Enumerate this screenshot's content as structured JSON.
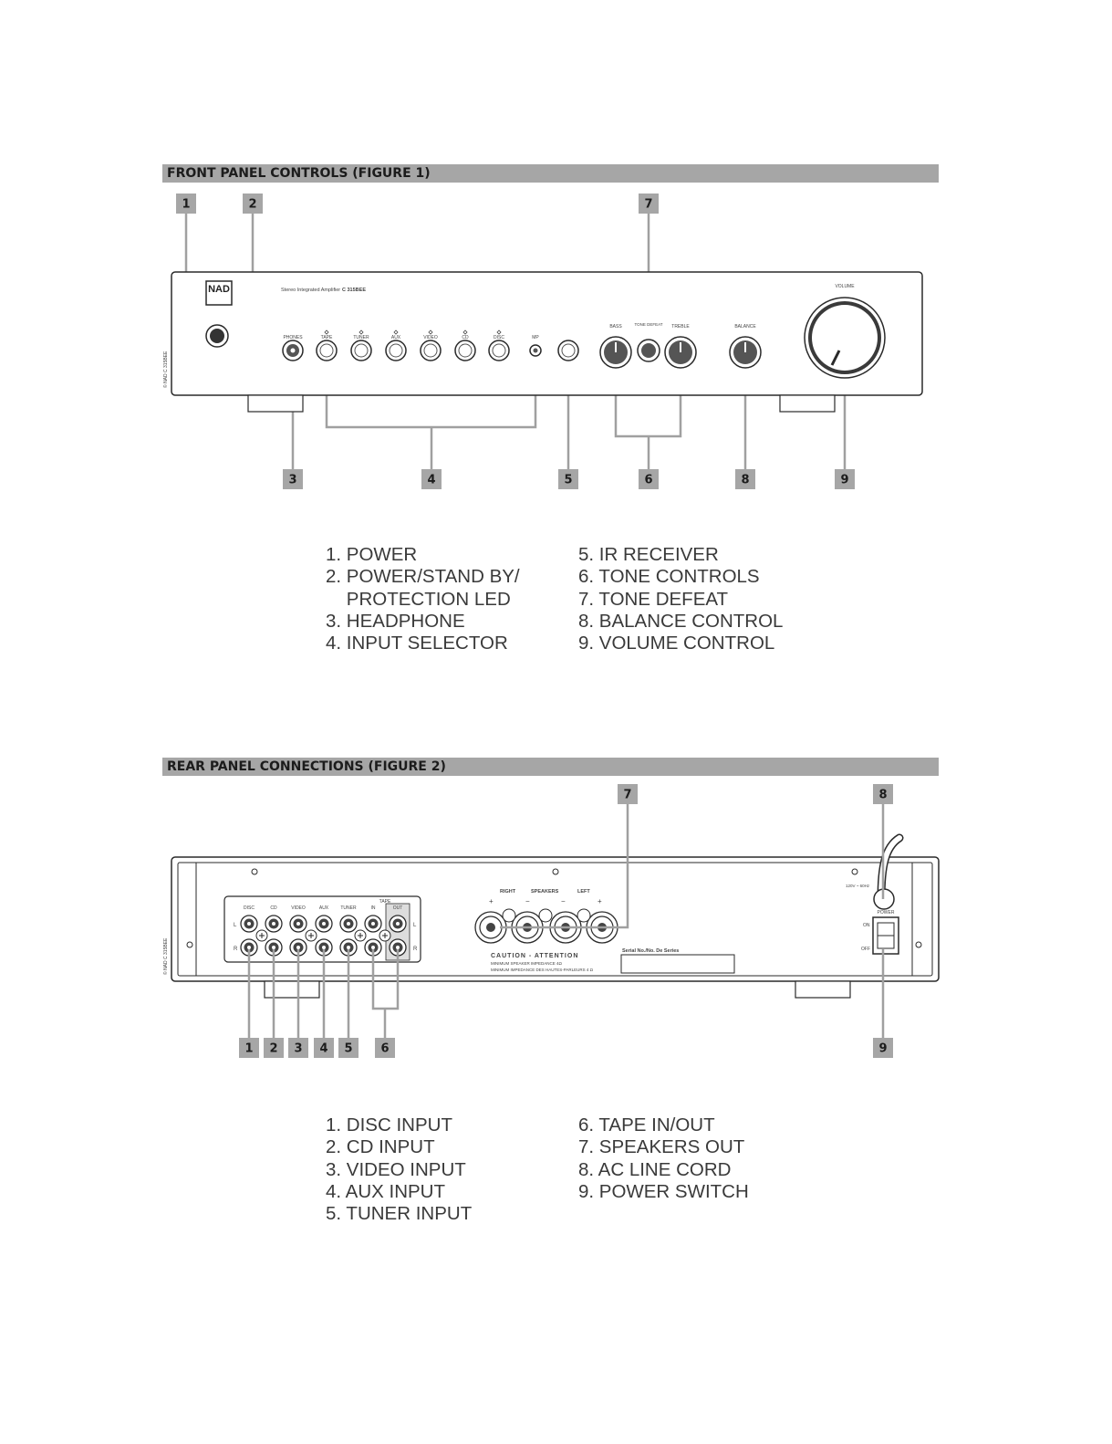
{
  "figure1": {
    "title": "FRONT PANEL CONTROLS (FIGURE 1)",
    "panel": {
      "logo": "NAD",
      "model_prefix": "Stereo Integrated Amplifier",
      "model": "C 315BEE",
      "copyright": "© NAD C 315BEE",
      "jack_labels": [
        "PHONES",
        "TAPE",
        "TUNER",
        "AUX",
        "VIDEO",
        "CD",
        "DISC",
        "MP"
      ],
      "bass": "BASS",
      "tone_defeat": "TONE DEFEAT",
      "treble": "TREBLE",
      "balance": "BALANCE",
      "volume": "VOLUME"
    },
    "callouts": [
      "1",
      "2",
      "7",
      "3",
      "4",
      "5",
      "6",
      "8",
      "9"
    ],
    "legend_left": [
      "1. POWER",
      "2. POWER/STAND BY/",
      "    PROTECTION LED",
      "3. HEADPHONE",
      "4. INPUT SELECTOR"
    ],
    "legend_right": [
      "5. IR RECEIVER",
      "6. TONE CONTROLS",
      "7. TONE DEFEAT",
      "8. BALANCE CONTROL",
      "9. VOLUME CONTROL"
    ]
  },
  "figure2": {
    "title": "REAR PANEL CONNECTIONS (FIGURE 2)",
    "panel": {
      "copyright": "© NAD C 315BEE",
      "input_labels": [
        "DISC",
        "CD",
        "VIDEO",
        "AUX",
        "TUNER"
      ],
      "tape": "TAPE",
      "tape_in": "IN",
      "tape_out": "OUT",
      "ch_left": "L",
      "ch_right": "R",
      "speakers_right": "RIGHT",
      "speakers": "SPEAKERS",
      "speakers_left": "LEFT",
      "plus": "+",
      "minus": "−",
      "caution": "CAUTION - ATTENTION",
      "caution_line1": "MINIMUM SPEAKER IMPEDANCE 4Ω",
      "caution_line2": "MINIMUM IMPEDANCE DES HAUTES-PARLEURS 4 Ω",
      "serial": "Serial No./No. De Series",
      "mains": "120V ~ 60Hz",
      "power": "POWER",
      "on": "ON",
      "off": "OFF"
    },
    "callouts": [
      "7",
      "8",
      "1",
      "2",
      "3",
      "4",
      "5",
      "6",
      "9"
    ],
    "legend_left": [
      "1. DISC INPUT",
      "2. CD INPUT",
      "3. VIDEO INPUT",
      "4. AUX INPUT",
      "5. TUNER INPUT"
    ],
    "legend_right": [
      "6. TAPE IN/OUT",
      "7. SPEAKERS OUT",
      "8. AC LINE CORD",
      "9. POWER SWITCH"
    ]
  },
  "colors": {
    "header_bar": "#a6a6a6",
    "callout_badge": "#a6a6a6",
    "line": "#a0a0a0",
    "ink": "#2a2a2a"
  }
}
